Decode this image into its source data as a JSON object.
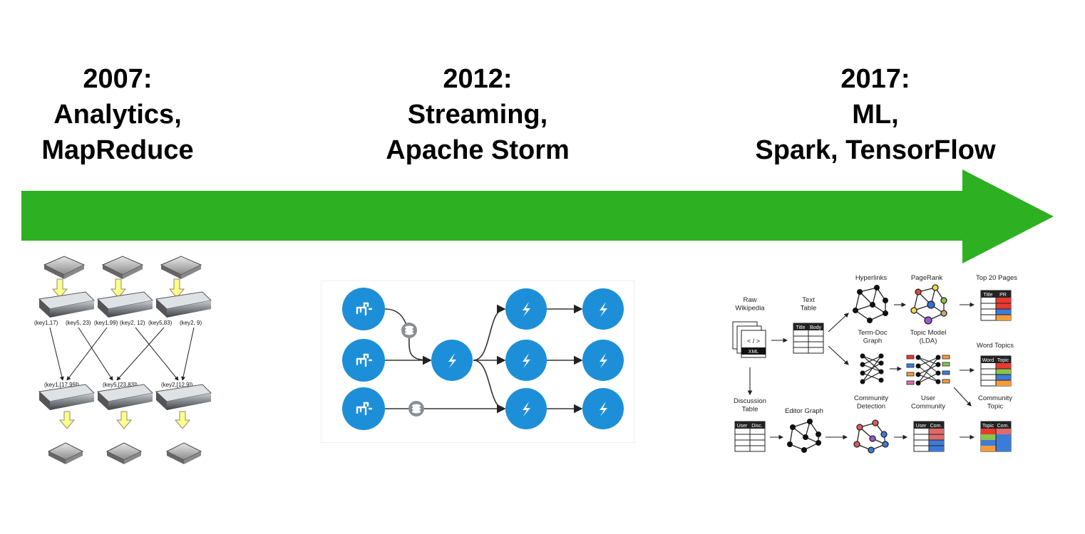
{
  "timeline": {
    "arrow_color": "#2db021",
    "eras": [
      {
        "year": "2007:",
        "line1": "Analytics,",
        "line2": "MapReduce"
      },
      {
        "year": "2012:",
        "line1": "Streaming,",
        "line2": "Apache Storm"
      },
      {
        "year": "2017:",
        "line1": "ML,",
        "line2": "Spark, TensorFlow"
      }
    ]
  },
  "mapreduce": {
    "map_labels": [
      [
        "(key1,17)",
        "(key5, 23)"
      ],
      [
        "(key1,99)",
        "(key2, 12)"
      ],
      [
        "(key5,83)",
        "(key2, 9)"
      ]
    ],
    "reduce_labels": [
      "(key1,[17,99])",
      "(key5,[23,83])",
      "(key2,[12,9])"
    ]
  },
  "storm": {
    "node_color": "#1d8fd8",
    "spout_count": 3,
    "bolt_count": 7
  },
  "spark": {
    "raw_wikipedia": "Raw\nWikipedia",
    "xml_tag": "< / >",
    "xml_label": "XML",
    "text_table": "Text\nTable",
    "title_col": "Title",
    "body_col": "Body",
    "hyperlinks": "Hyperlinks",
    "pagerank": "PageRank",
    "top20": "Top 20 Pages",
    "pr_col": "PR",
    "term_doc": "Term-Doc\nGraph",
    "topic_model": "Topic Model\n(LDA)",
    "word_topics": "Word Topics",
    "word_col": "Word",
    "topic_col": "Topic",
    "discussion": "Discussion\nTable",
    "editor_graph": "Editor Graph",
    "community_detection": "Community\nDetection",
    "user_community": "User\nCommunity",
    "community_topic": "Community\nTopic",
    "user_col": "User",
    "disc_col": "Disc.",
    "com_col": "Com."
  }
}
